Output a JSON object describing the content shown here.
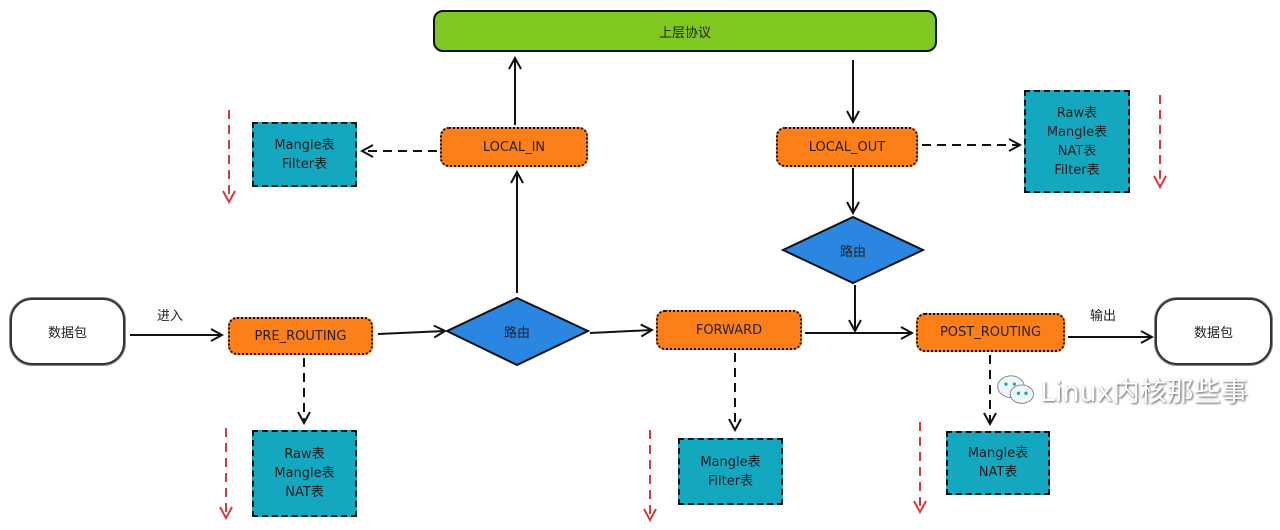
{
  "colors": {
    "hook": "#fd7f17",
    "table": "#14a8c0",
    "protocol": "#7ec820",
    "routing": "#2a86e0",
    "order_arrow": "#d63a3a"
  },
  "top_protocol": "上层协议",
  "packet_in": "数据包",
  "packet_out": "数据包",
  "enter_label": "进入",
  "output_label": "输出",
  "hooks": {
    "pre_routing": "PRE_ROUTING",
    "local_in": "LOCAL_IN",
    "forward": "FORWARD",
    "local_out": "LOCAL_OUT",
    "post_routing": "POST_ROUTING"
  },
  "routing": {
    "main": "路由",
    "local_out": "路由"
  },
  "tables": {
    "local_in": [
      "Mangle表",
      "Filter表"
    ],
    "local_out": [
      "Raw表",
      "Mangle表",
      "NAT表",
      "Filter表"
    ],
    "pre_routing": [
      "Raw表",
      "Mangle表",
      "NAT表"
    ],
    "forward": [
      "Mangle表",
      "Filter表"
    ],
    "post_routing": [
      "Mangle表",
      "NAT表"
    ]
  },
  "watermark": "Linux内核那些事"
}
